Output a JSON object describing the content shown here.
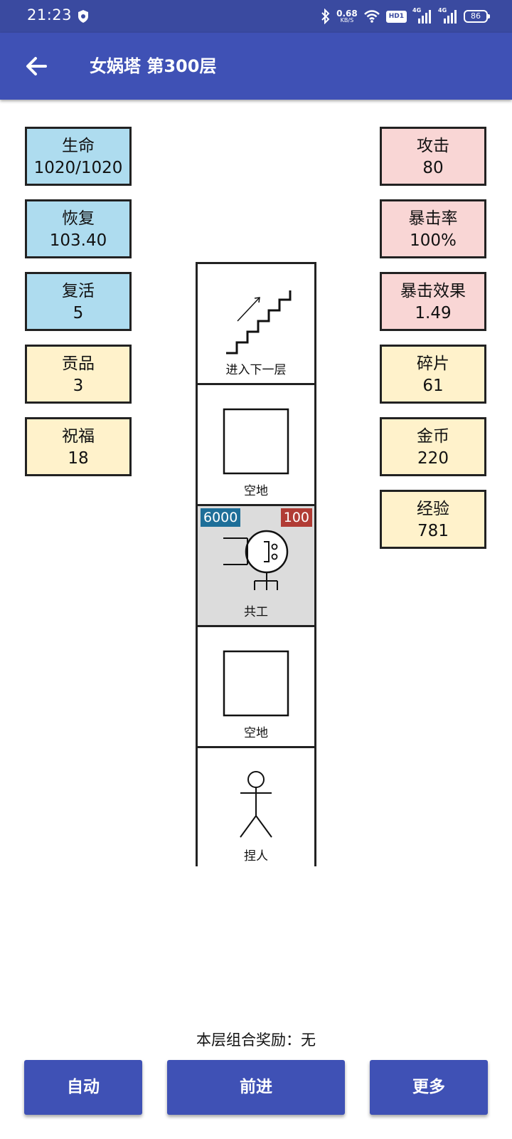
{
  "status_bar": {
    "time": "21:23",
    "net_speed_value": "0.68",
    "net_speed_unit": "KB/S",
    "hd_label": "HD1",
    "sim1_label": "4G",
    "sim2_label": "4G",
    "battery": "86",
    "icons": [
      "shield-icon",
      "bluetooth-icon",
      "wifi-icon",
      "signal-icon",
      "battery-icon"
    ]
  },
  "app_bar": {
    "title": "女娲塔 第300层",
    "back_icon": "arrow-left-icon"
  },
  "colors": {
    "primary": "#3f51b5",
    "status_bar": "#3a4aa0",
    "stat_blue": "#aedcef",
    "stat_pink": "#f9d6d5",
    "stat_cream": "#fff2cb",
    "enemy_cell": "#dcdcdc",
    "hp_badge": "#1e6f99",
    "atk_badge": "#b13c35"
  },
  "stats_left": [
    {
      "label": "生命",
      "value": "1020/1020",
      "color": "blue"
    },
    {
      "label": "恢复",
      "value": "103.40",
      "color": "blue"
    },
    {
      "label": "复活",
      "value": "5",
      "color": "blue"
    },
    {
      "label": "贡品",
      "value": "3",
      "color": "cream"
    },
    {
      "label": "祝福",
      "value": "18",
      "color": "cream"
    }
  ],
  "stats_right": [
    {
      "label": "攻击",
      "value": "80",
      "color": "pink"
    },
    {
      "label": "暴击率",
      "value": "100%",
      "color": "pink"
    },
    {
      "label": "暴击效果",
      "value": "1.49",
      "color": "pink"
    },
    {
      "label": "碎片",
      "value": "61",
      "color": "cream"
    },
    {
      "label": "金币",
      "value": "220",
      "color": "cream"
    },
    {
      "label": "经验",
      "value": "781",
      "color": "cream"
    }
  ],
  "tower": [
    {
      "label": "进入下一层",
      "icon": "stairs-icon"
    },
    {
      "label": "空地",
      "icon": "empty-square-icon"
    },
    {
      "label": "共工",
      "icon": "enemy-gonggong-icon",
      "hp": "6000",
      "atk": "100"
    },
    {
      "label": "空地",
      "icon": "empty-square-icon"
    },
    {
      "label": "捏人",
      "icon": "stick-figure-icon"
    }
  ],
  "combo_reward": "本层组合奖励：无",
  "buttons": {
    "auto": "自动",
    "forward": "前进",
    "more": "更多"
  }
}
